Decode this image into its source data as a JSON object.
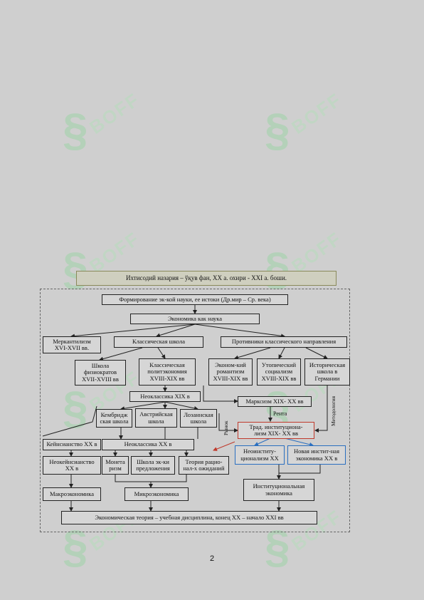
{
  "header": {
    "title": "Ихтисодий назария – ўқув фан, XX а. охири - XXI а. боши."
  },
  "watermark": {
    "brand": "BOFF",
    "icon": "leaf-logo"
  },
  "diagram": {
    "nodes": {
      "formation": "Формирование эк-кой науки, ее истоки (Др.мир – Ср. века)",
      "economics_science": "Экономика как наука",
      "mercantilism": "Меркантилизм\nXVI-XVII вв.",
      "classical_school": "Классическая школа",
      "opponents": "Противники классического направления",
      "physiocrats": "Школа\nфизиократов\nXVII-XVIII вв",
      "classical_pol_econ": "Классическая\nполитэкономия\nXVIII-XIX вв",
      "romanticism": "Эконом-кий\nромантизм\nXVIII-XIX вв",
      "utopian": "Утопический\nсоциализм\nXVIII-XIX вв",
      "historical_school": "Историческая\nшкола в\nГермании",
      "neoclassics_19": "Неоклассика XIX в",
      "marxism": "Марксизм XIX- XX вв",
      "cambridge": "Кембридж\nская школа",
      "austrian": "Австрийская\nшкола",
      "lausanne": "Лозаннская\nшкола",
      "trad_institutionalism": "Трад. институциона-\nлизм XIX- XX вв",
      "keynesianism": "Кейнсианство XX в",
      "neoclassics_20": "Неоклассика XX в",
      "neo_institutionalism": "Неоинститу-\nционализм XX",
      "new_institutional": "Новая инстит-ная\nэкономика XX в",
      "neokeynesianism": "Неокейнсианство\nXX в",
      "monetarism": "Монета\nризм",
      "supply_side": "Школа эк-ки\nпредложения",
      "rational_expectations": "Теория рацио-\nнал-х ожиданий",
      "macroeconomics": "Макроэкономика",
      "microeconomics": "Микроэкономика",
      "institutional_economics": "Институциональная\nэкономика",
      "economic_theory": "Экономическая теория – учебная дисциплина, конец XX – начало XXI вв"
    },
    "labels": {
      "rent": "Рента",
      "market": "Рынок",
      "methodology": "Методология"
    }
  },
  "page_number": "2"
}
